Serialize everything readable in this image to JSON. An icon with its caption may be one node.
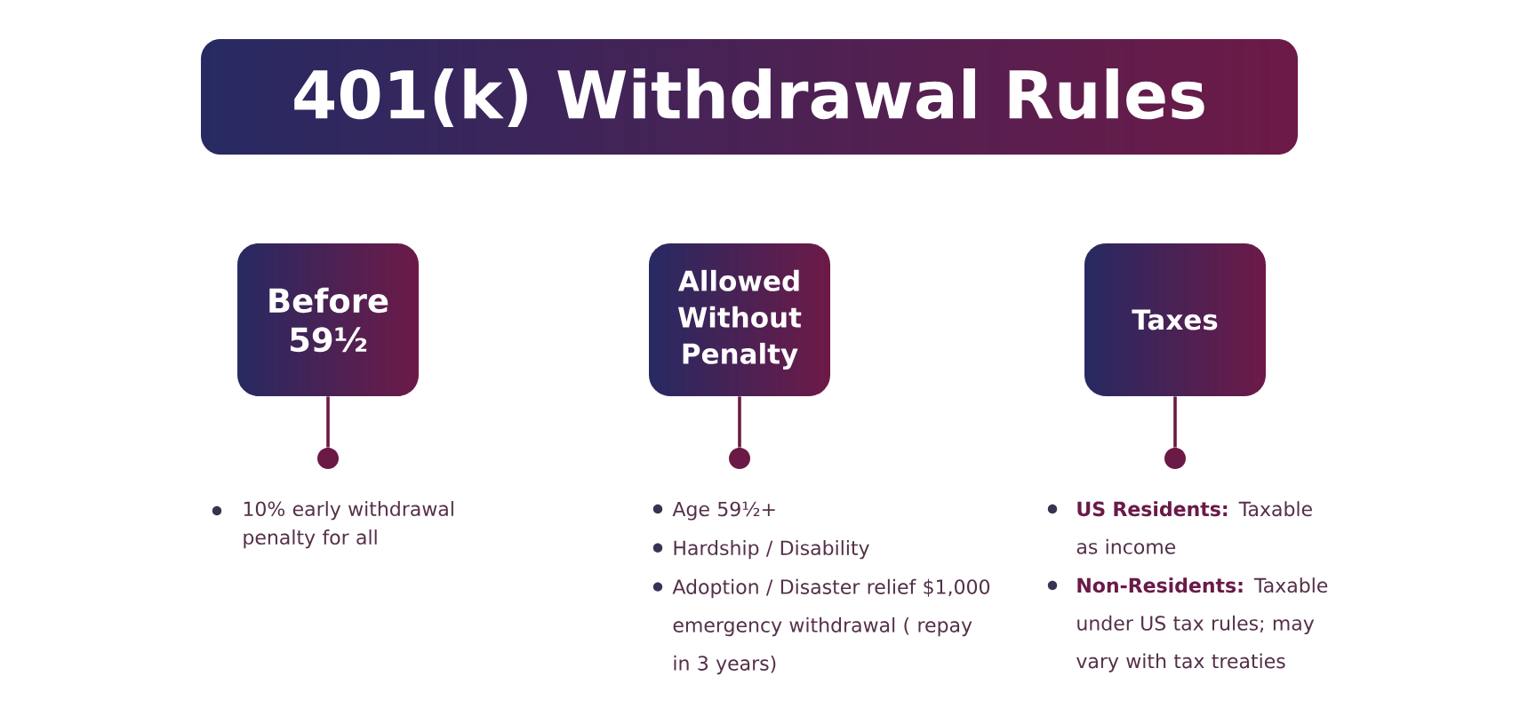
{
  "diagram": {
    "title": "401(k) Withdrawal Rules",
    "nodes": [
      {
        "text": [
          "Before 59½"
        ]
      },
      {
        "text": [
          "Allowed Without Penalty"
        ]
      },
      {
        "text": [
          "Taxes"
        ]
      },
      {
        "text": [],
        "shape": "circle",
        "beside": [
          "10% early withdrawal penalty for all"
        ]
      },
      {
        "text": [],
        "shape": "circle",
        "beside": [
          "Age 59½+",
          "Hardship / Disability",
          "Adoption / Disaster relief $1,000 emergency withdrawal ( repay in 3 years)"
        ]
      },
      {
        "text": [],
        "shape": "circle",
        "beside": [
          "**US Residents:** Taxable as income",
          "**Non-Residents:** Taxable under US tax rules; may vary with tax treaties"
        ]
      }
    ],
    "edges": [
      {
        "from": 0,
        "to": 3,
        "arrow": "none"
      },
      {
        "from": 1,
        "to": 4,
        "arrow": "none"
      },
      {
        "from": 2,
        "to": 5,
        "arrow": "none"
      }
    ]
  }
}
